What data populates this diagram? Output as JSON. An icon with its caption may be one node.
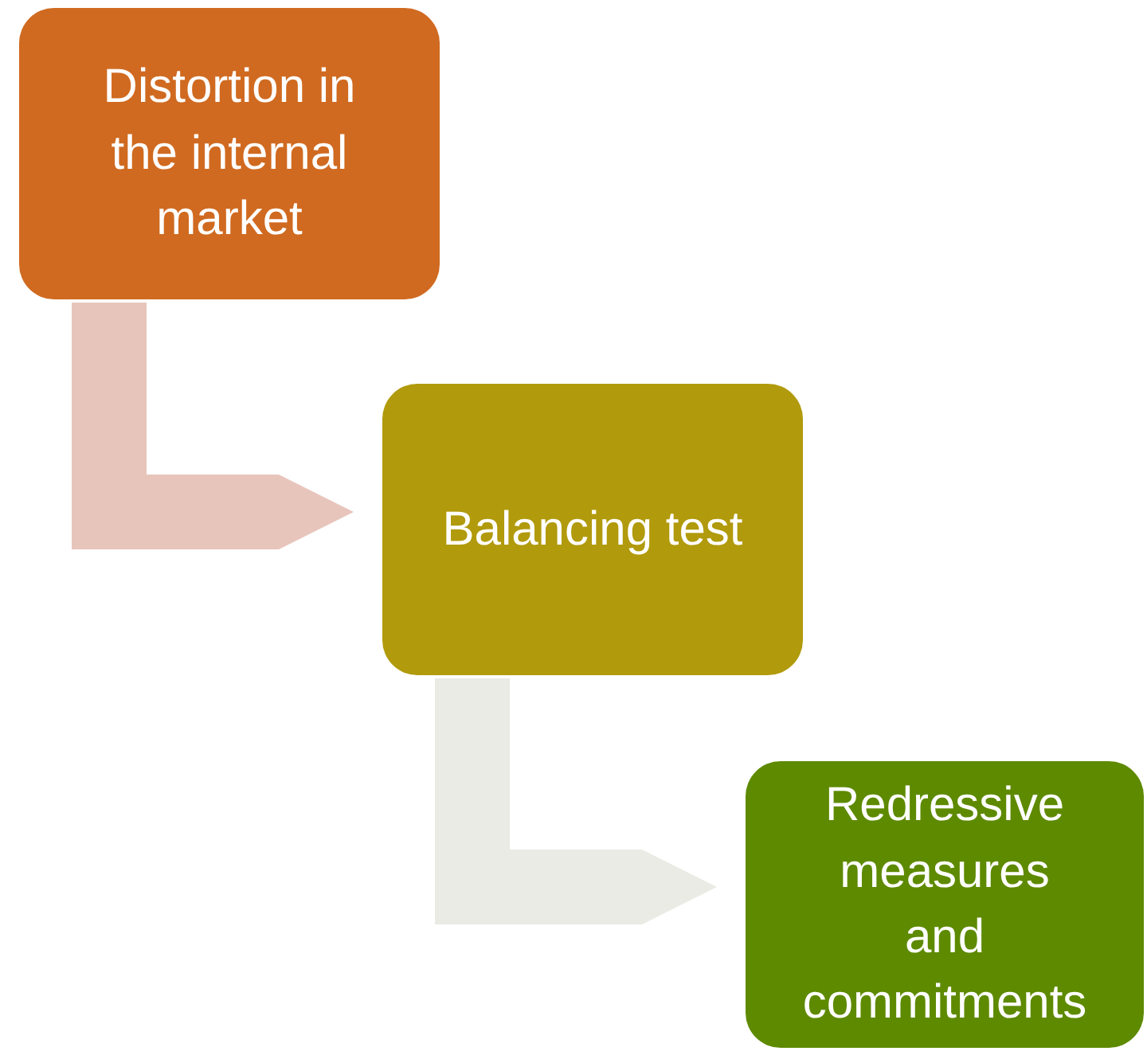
{
  "diagram": {
    "nodes": [
      {
        "text": [
          "Distortion in the internal market"
        ]
      },
      {
        "text": [
          "Balancing test"
        ]
      },
      {
        "text": [
          "Redressive measures and commitments"
        ]
      }
    ],
    "edges": [
      {
        "from": 0,
        "to": 1,
        "arrow": "to",
        "color": "#e8c5bb"
      },
      {
        "from": 1,
        "to": 2,
        "arrow": "to",
        "color": "#e9ebe4"
      }
    ]
  }
}
